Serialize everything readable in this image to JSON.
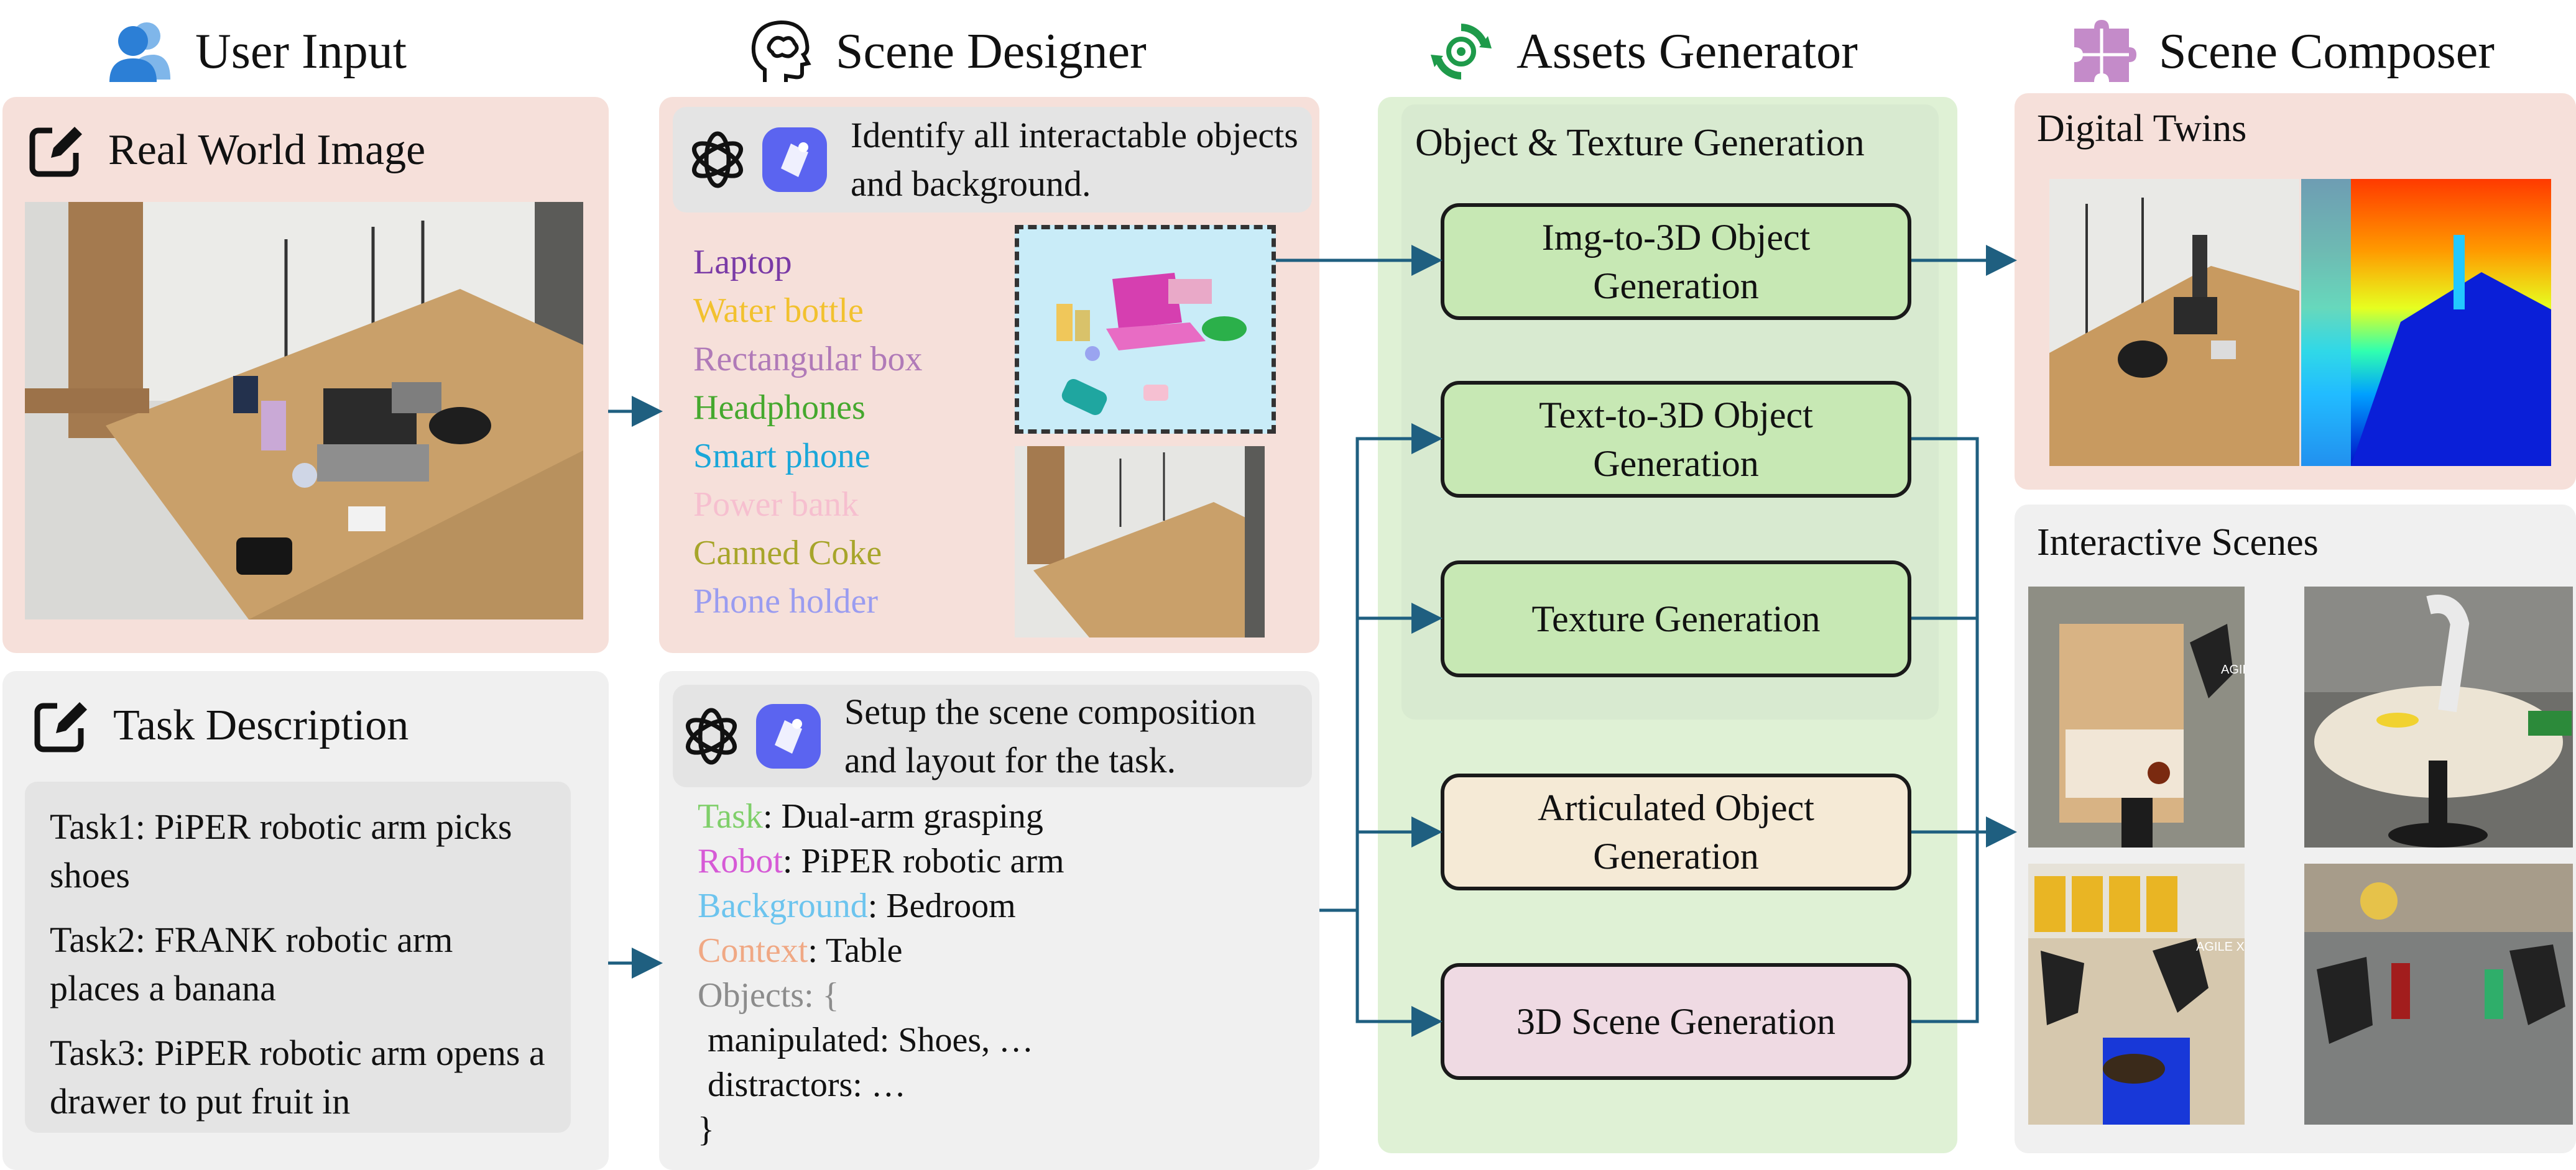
{
  "columns": {
    "user_input": "User Input",
    "scene_designer": "Scene Designer",
    "assets_generator": "Assets Generator",
    "scene_composer": "Scene Composer"
  },
  "user_input": {
    "image_title": "Real World Image",
    "task_title": "Task Description",
    "tasks": [
      "Task1: PiPER robotic arm picks shoes",
      "Task2: FRANK robotic arm places a banana",
      "Task3: PiPER robotic arm opens a drawer to put fruit in"
    ]
  },
  "scene_designer": {
    "prompt1": "Identify all interactable objects and background.",
    "objects": [
      {
        "label": "Laptop",
        "color": "#7a3aa6"
      },
      {
        "label": "Water bottle",
        "color": "#f2c12e"
      },
      {
        "label": "Rectangular box",
        "color": "#b07ab8"
      },
      {
        "label": "Headphones",
        "color": "#45a82e"
      },
      {
        "label": "Smart phone",
        "color": "#1aa7d9"
      },
      {
        "label": "Power bank",
        "color": "#f6bfcf"
      },
      {
        "label": "Canned Coke",
        "color": "#a7a52a"
      },
      {
        "label": "Phone holder",
        "color": "#9a9cf0"
      }
    ],
    "prompt2": "Setup the scene composition and layout for the task.",
    "layout": {
      "task_key": "Task",
      "task_val": ": Dual-arm grasping",
      "robot_key": "Robot",
      "robot_val": ": PiPER robotic arm",
      "background_key": "Background",
      "background_val": ": Bedroom",
      "context_key": "Context",
      "context_val": ": Table",
      "objects_line": "Objects: {",
      "manipulated_line": "manipulated: Shoes, …",
      "distractors_line": "distractors: …",
      "close_brace": "}"
    },
    "key_colors": {
      "task": "#7fcf6a",
      "robot": "#d65ad6",
      "background": "#6cc4ee",
      "context": "#f0a884",
      "objects": "#8c8c8c"
    }
  },
  "assets_generator": {
    "section_title": "Object & Texture  Generation",
    "boxes": [
      "Img-to-3D Object Generation",
      "Text-to-3D Object Generation",
      "Texture Generation",
      "Articulated Object Generation",
      "3D Scene Generation"
    ]
  },
  "scene_composer": {
    "digital_twins": "Digital Twins",
    "interactive_scenes": "Interactive Scenes",
    "scene_overlay_text": [
      "AGILE X",
      "AGILE X"
    ]
  },
  "colors": {
    "pink_panel": "#f6e0da",
    "grey_panel": "#f0f0f0",
    "green_panel": "#dff1d5",
    "arrow": "#1f5f80"
  }
}
